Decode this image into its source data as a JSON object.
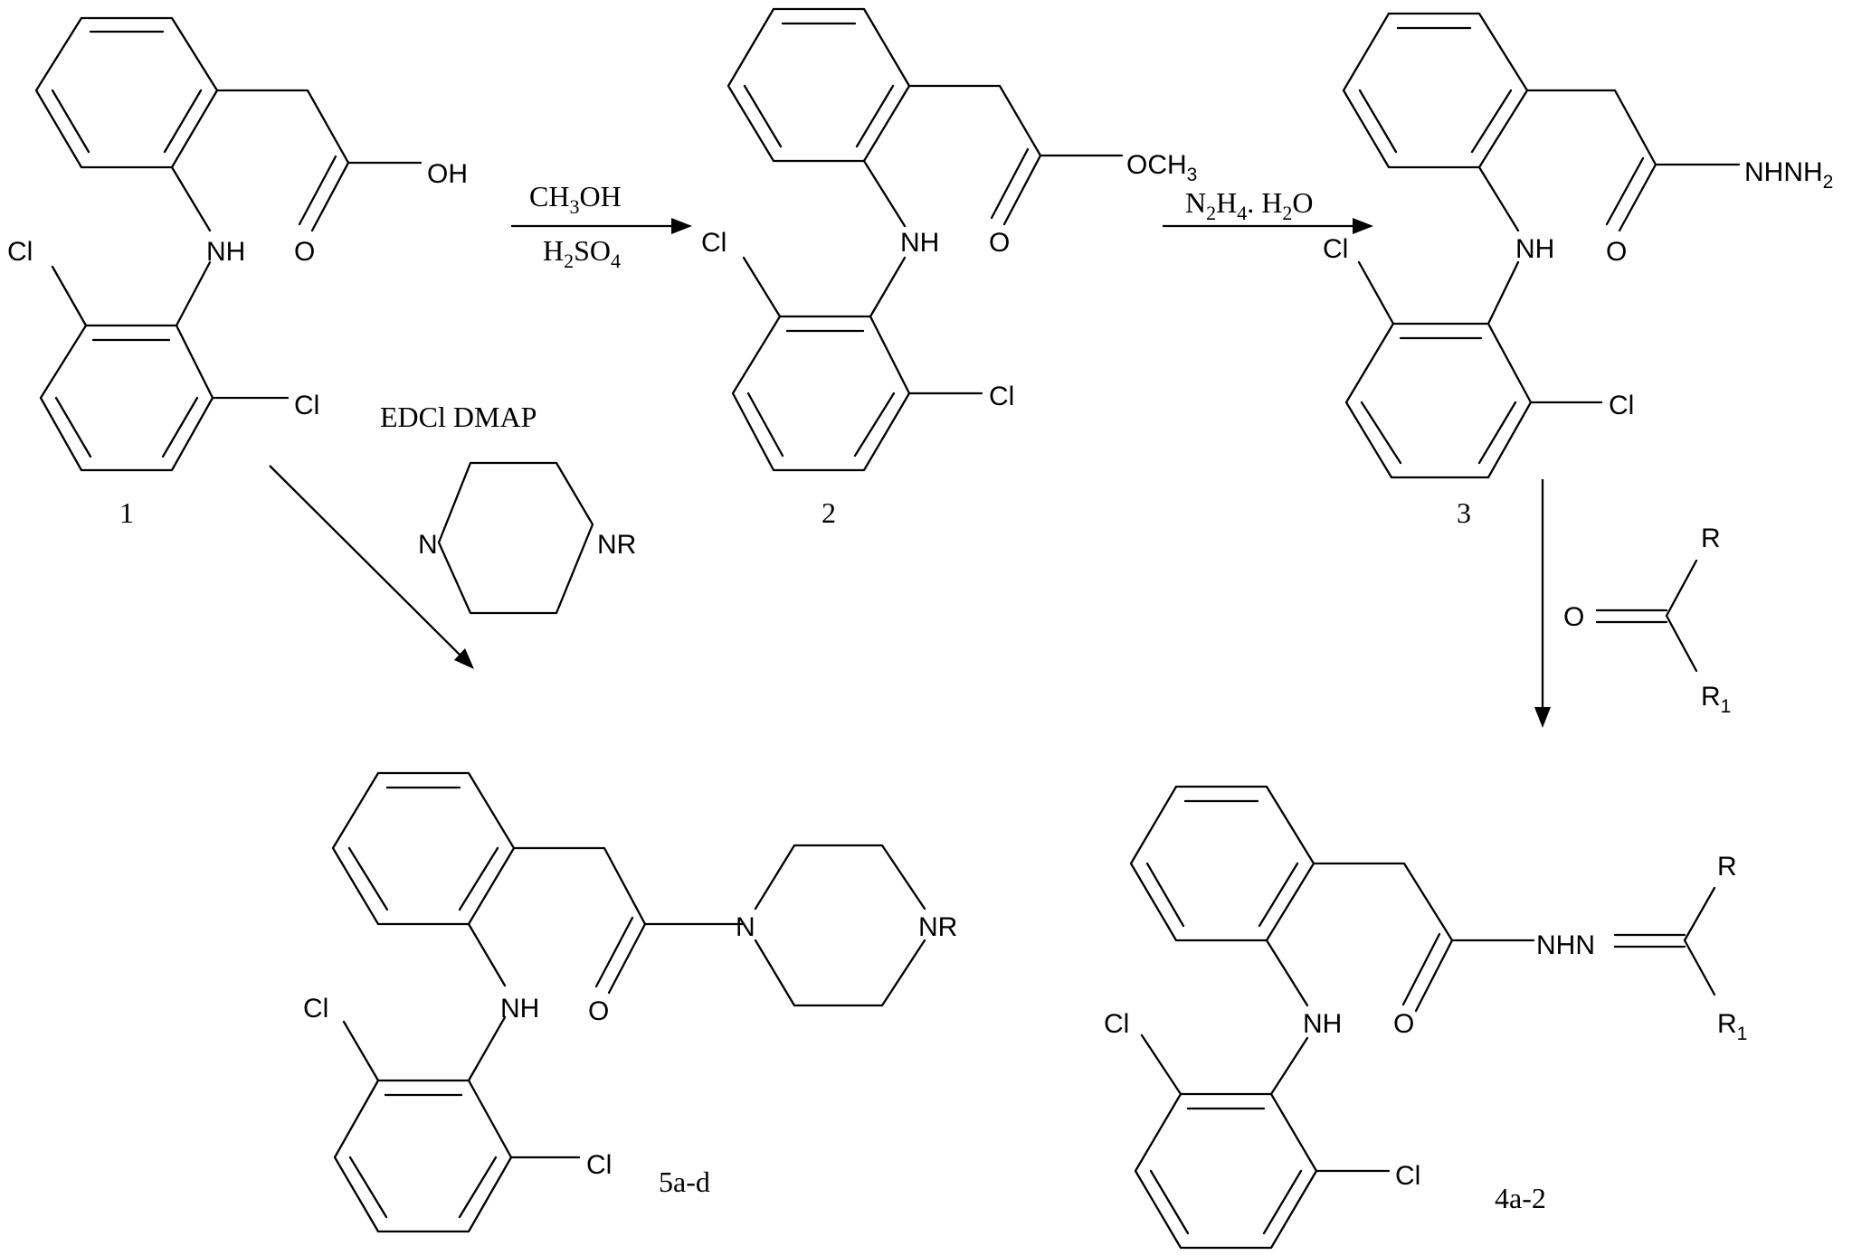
{
  "atoms": {
    "cl": "Cl",
    "nh": "NH",
    "o": "O",
    "n": "N",
    "r": "R",
    "nr": "NR",
    "oh": "OH",
    "och3": "OCH",
    "nhnh2": "NHNH",
    "nhn": "NHN",
    "r1": "R",
    "sub1": "1",
    "sub2": "2",
    "sub3": "3",
    "sub4": "4"
  },
  "reagents": {
    "r1_top_a": "CH",
    "r1_top_b": "OH",
    "r1_bot_a": "H",
    "r1_bot_b": "SO",
    "r2_a": "N",
    "r2_b": "H",
    "r2_c": ". H",
    "r2_d": "O",
    "r3": "EDCl  DMAP"
  },
  "labels": {
    "c1": "1",
    "c2": "2",
    "c3": "3",
    "c4": "4a-2",
    "c5": "5a-d"
  }
}
